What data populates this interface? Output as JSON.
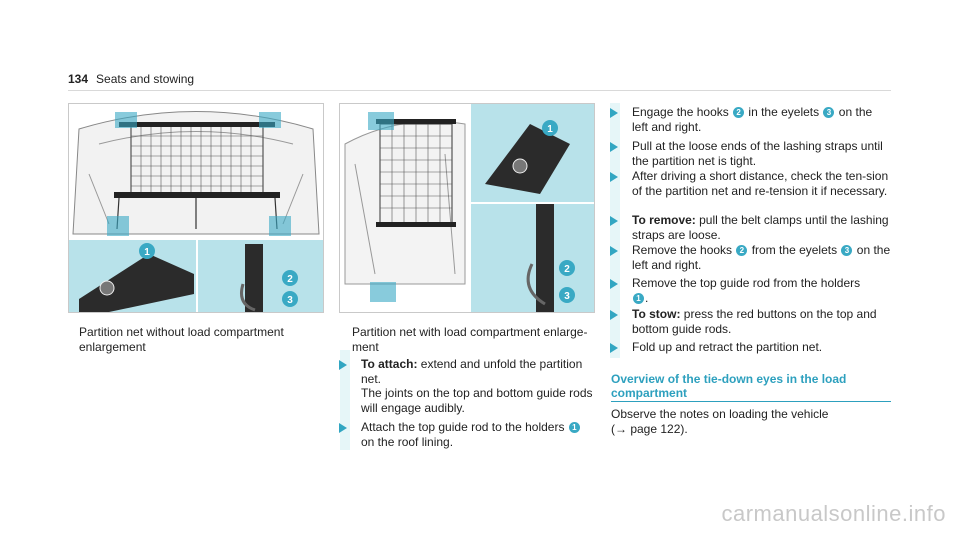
{
  "header": {
    "page_number": "134",
    "section": "Seats and stowing"
  },
  "figure1": {
    "caption": "Partition net without load compartment enlargement",
    "callouts": [
      "1",
      "2",
      "3"
    ]
  },
  "figure2": {
    "caption": "Partition net with load compartment enlarge-ment",
    "callouts": [
      "1",
      "2",
      "3"
    ]
  },
  "attach": {
    "step1_label": "To attach:",
    "step1_text": " extend and unfold the partition net.",
    "step1_text2": "The joints on the top and bottom guide rods will engage audibly.",
    "step2_a": "Attach the top guide rod to the holders ",
    "step2_n1": "1",
    "step2_b": " on the roof lining.",
    "step3_a": "Engage the hooks ",
    "step3_n2": "2",
    "step3_b": " in the eyelets ",
    "step3_n3": "3",
    "step3_c": " on the left and right.",
    "step4": "Pull at the loose ends of the lashing straps until the partition net is tight.",
    "step5": "After driving a short distance, check the ten-sion of the partition net and re-tension it if necessary."
  },
  "remove": {
    "step1_label": "To remove:",
    "step1_text": " pull the belt clamps until the lashing straps are loose.",
    "step2_a": "Remove the hooks ",
    "step2_n2": "2",
    "step2_b": " from the eyelets ",
    "step2_n3": "3",
    "step2_c": " on the left and right.",
    "step3_a": "Remove the top guide rod from the holders ",
    "step3_n1": "1",
    "step3_b": "."
  },
  "stow": {
    "step1_label": "To stow:",
    "step1_text": " press the red buttons on the top and bottom guide rods.",
    "step2": "Fold up and retract the partition net."
  },
  "section": {
    "title": "Overview of the tie-down eyes in the load compartment",
    "note_a": "Observe the notes on loading the vehicle",
    "note_b": "(→ page 122)."
  },
  "watermark": "carmanualsonline.info"
}
